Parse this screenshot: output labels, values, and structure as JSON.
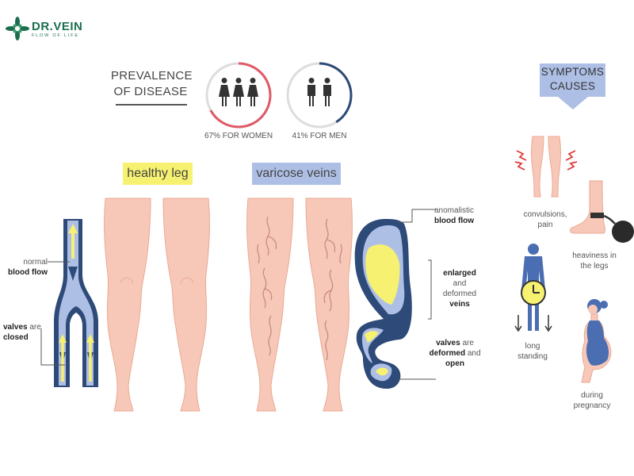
{
  "brand": {
    "name": "DR.VEIN",
    "tagline": "FLOW OF LIFE"
  },
  "prevalence": {
    "title_line1": "PREVALENCE",
    "title_line2": "OF DISEASE",
    "women_label": "67% FOR WOMEN",
    "men_label": "41% FOR MEN",
    "women_fraction": 0.67,
    "men_fraction": 0.41
  },
  "symptoms": {
    "line1": "SYMPTOMS",
    "line2": "CAUSES"
  },
  "legs": {
    "healthy_tag": "healthy leg",
    "varicose_tag": "varicose veins"
  },
  "healthy_labels": {
    "normal": "normal",
    "blood_flow": "blood flow",
    "valves": "valves",
    "are": "are",
    "closed": "closed"
  },
  "varicose_labels": {
    "anomalistic": "anomalistic",
    "blood_flow": "blood flow",
    "enlarged": "enlarged",
    "and": "and",
    "deformed": "deformed",
    "veins": "veins",
    "valves": "valves",
    "are": "are",
    "deformed2": "deformed",
    "and2": "and",
    "open": "open"
  },
  "causes": {
    "convulsions_1": "convulsions,",
    "convulsions_2": "pain",
    "heaviness_1": "heaviness in",
    "heaviness_2": "the legs",
    "standing_1": "long",
    "standing_2": "standing",
    "pregnancy_1": "during",
    "pregnancy_2": "pregnancy"
  },
  "colors": {
    "skin": "#f7c8b8",
    "skin_dark": "#eaa993",
    "vein_navy": "#2e4a78",
    "vein_light": "#aebfe5",
    "blood_yellow": "#f6f170",
    "women_arc": "#e05a66",
    "men_arc": "#2e4a78",
    "brand_green": "#1b6e4e"
  }
}
